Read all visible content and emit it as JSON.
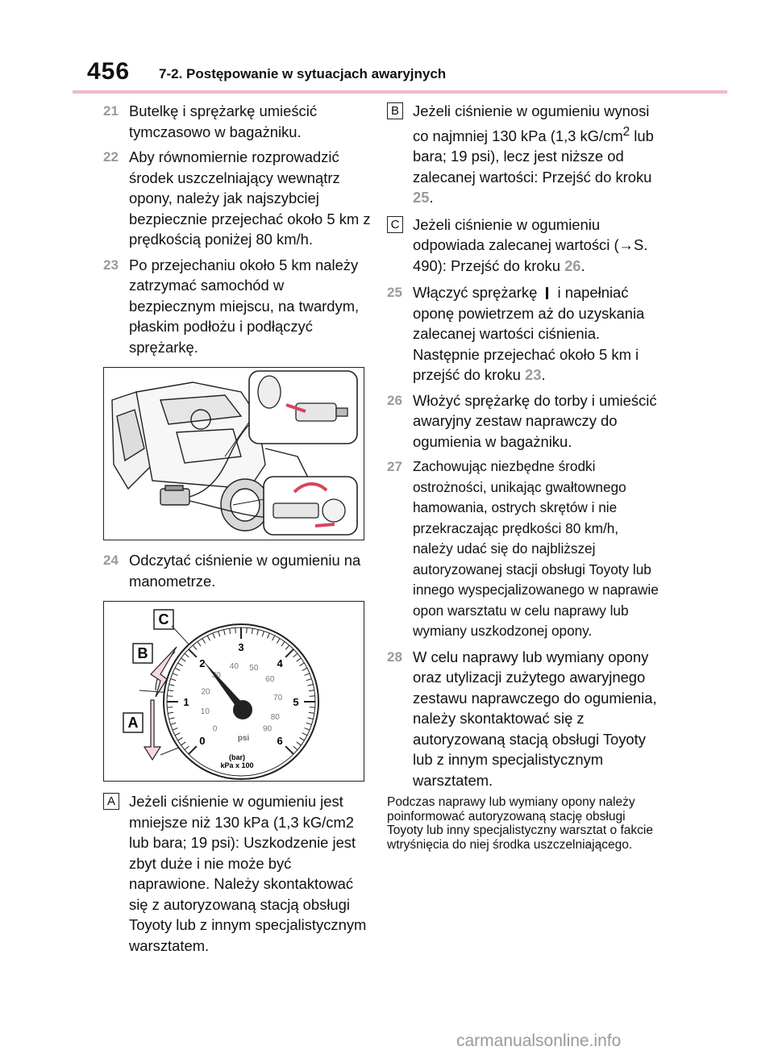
{
  "header": {
    "page_number": "456",
    "section_title": "7-2. Postępowanie w sytuacjach awaryjnych",
    "rule_color": "#f3b9c8"
  },
  "left_column": {
    "step21": {
      "num": "21",
      "text": "Butelkę i sprężarkę umieścić tymczasowo w bagażniku."
    },
    "step22": {
      "num": "22",
      "text": "Aby równomiernie rozprowadzić środek uszczelniający wewnątrz opony, należy jak najszybciej bezpiecznie przejechać około 5 km z prędkością poniżej 80 km/h."
    },
    "step23": {
      "num": "23",
      "text": "Po przejechaniu około 5 km należy zatrzymać samochód w bezpiecznym miejscu, na twardym, płaskim podłożu i podłączyć sprężarkę."
    },
    "step24": {
      "num": "24",
      "text": "Odczytać ciśnienie w ogumieniu na manometrze."
    },
    "condA": {
      "label": "A",
      "text": "Jeżeli ciśnienie w ogumieniu jest mniejsze niż 130 kPa (1,3 kG/cm2 lub bara; 19 psi): Uszkodzenie jest zbyt duże i nie może być naprawione. Należy skontaktować się z autoryzowaną stacją obsługi Toyoty lub z innym specjalistycznym warsztatem."
    }
  },
  "gauge": {
    "labels": {
      "a": "A",
      "b": "B",
      "c": "C"
    },
    "bar_ticks": [
      "0",
      "1",
      "2",
      "3",
      "4",
      "5",
      "6"
    ],
    "psi_ticks": [
      "0",
      "10",
      "20",
      "30",
      "40",
      "50",
      "60",
      "70",
      "80",
      "90"
    ],
    "unit_psi": "psi",
    "unit_bar": "(bar)",
    "unit_kpa": "kPa x 100"
  },
  "right_column": {
    "condB": {
      "label": "B",
      "text_before": "Jeżeli ciśnienie w ogumieniu wynosi co najmniej 130 kPa (1,3 kG/cm",
      "sup": "2",
      "text_after": " lub bara; 19 psi), lecz jest niższe od zalecanej wartości: Przejść do kroku ",
      "ref": "25",
      "end": "."
    },
    "condC": {
      "label": "C",
      "text_before": "Jeżeli ciśnienie w ogumieniu odpowiada zalecanej wartości (→S. 490): Przejść do kroku ",
      "ref": "26",
      "end": "."
    },
    "step25": {
      "num": "25",
      "text_before": "Włączyć sprężarkę ",
      "text_after": " i napełniać oponę powietrzem aż do uzyskania zalecanej wartości ciśnienia. Następnie przejechać około 5 km i przejść do kroku ",
      "ref": "23",
      "end": "."
    },
    "step26": {
      "num": "26",
      "text": "Włożyć sprężarkę do torby i umieścić awaryjny zestaw naprawczy do ogumienia w bagażniku."
    },
    "step27": {
      "num": "27",
      "text": "Zachowując niezbędne środki ostrożności, unikając gwałtownego hamowania, ostrych skrętów i nie przekraczając prędkości 80 km/h, należy udać się do najbliższej autoryzowanej stacji obsługi Toyoty lub innego wyspecjalizowanego w naprawie opon warsztatu w celu naprawy lub wymiany uszkodzonej opony."
    },
    "step28": {
      "num": "28",
      "text": "W celu naprawy lub wymiany opony oraz utylizacji zużytego awaryjnego zestawu naprawczego do ogumienia, należy skontaktować się z autoryzowaną stacją obsługi Toyoty lub z innym specjalistycznym warsztatem."
    },
    "note": "Podczas naprawy lub wymiany opony należy poinformować autoryzowaną stację obsługi Toyoty lub inny specjalistyczny warsztat o fakcie wtryśnięcia do niej środka uszczelniającego."
  },
  "footer": {
    "url": "carmanualsonline.info"
  }
}
